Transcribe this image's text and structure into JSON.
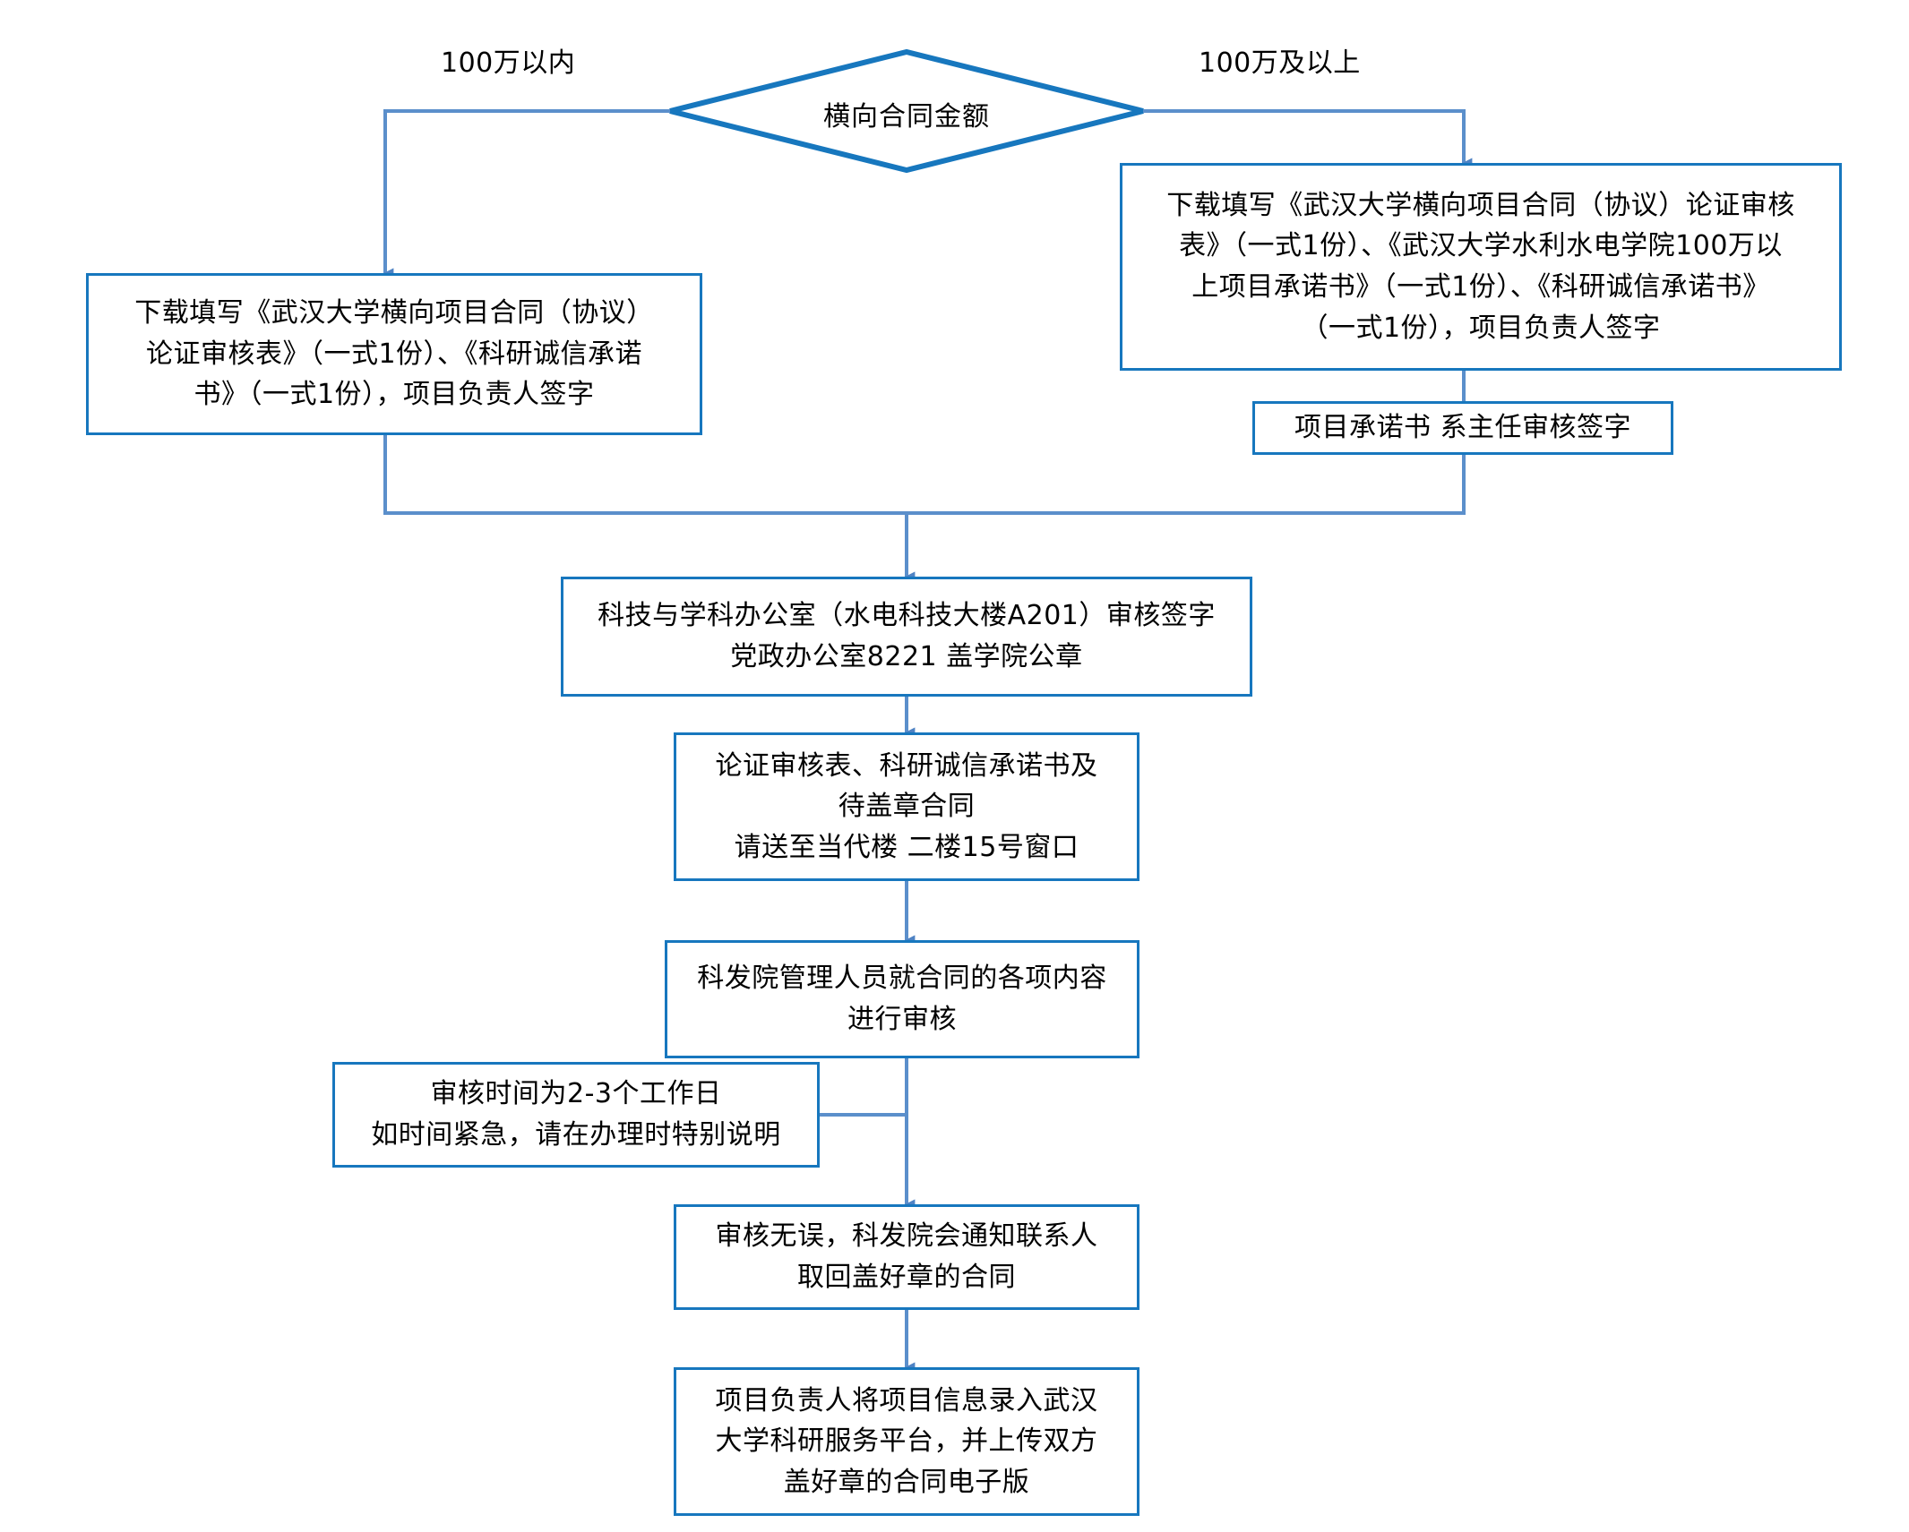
{
  "diagram": {
    "title_shape": {
      "name": "横向合同金额",
      "type": "decision-diamond"
    },
    "colors": {
      "box_border": "#1777BE",
      "connector": "#5B8FCB",
      "diamond_border": "#1777BE",
      "background": "#FFFFFF",
      "text": "#000000"
    },
    "edge_labels": {
      "left": "100万以内",
      "right": "100万及以上"
    },
    "nodes": [
      {
        "id": "decision",
        "text": "横向合同金额"
      },
      {
        "id": "left-branch-docs",
        "text": "下载填写《武汉大学横向项目合同（协议）\n论证审核表》（一式1份）、《科研诚信承诺\n书》（一式1份），项目负责人签字"
      },
      {
        "id": "right-branch-docs",
        "text": "下载填写《武汉大学横向项目合同（协议）论证审核\n表》（一式1份）、《武汉大学水利水电学院100万以\n上项目承诺书》（一式1份）、《科研诚信承诺书》\n（一式1份），项目负责人签字"
      },
      {
        "id": "dept-head-sign",
        "text": "项目承诺书  系主任审核签字"
      },
      {
        "id": "office-review",
        "text": "科技与学科办公室（水电科技大楼A201）审核签字\n党政办公室8221  盖学院公章"
      },
      {
        "id": "submit-window",
        "text": "论证审核表、科研诚信承诺书及\n待盖章合同\n请送至当代楼  二楼15号窗口"
      },
      {
        "id": "kefayuan-review",
        "text": "科发院管理人员就合同的各项内容\n进行审核"
      },
      {
        "id": "review-time-note",
        "text": "审核时间为2-3个工作日\n如时间紧急，请在办理时特别说明"
      },
      {
        "id": "notify-contact",
        "text": "审核无误，科发院会通知联系人\n取回盖好章的合同"
      },
      {
        "id": "upload-platform",
        "text": "项目负责人将项目信息录入武汉\n大学科研服务平台，并上传双方\n盖好章的合同电子版"
      }
    ]
  }
}
